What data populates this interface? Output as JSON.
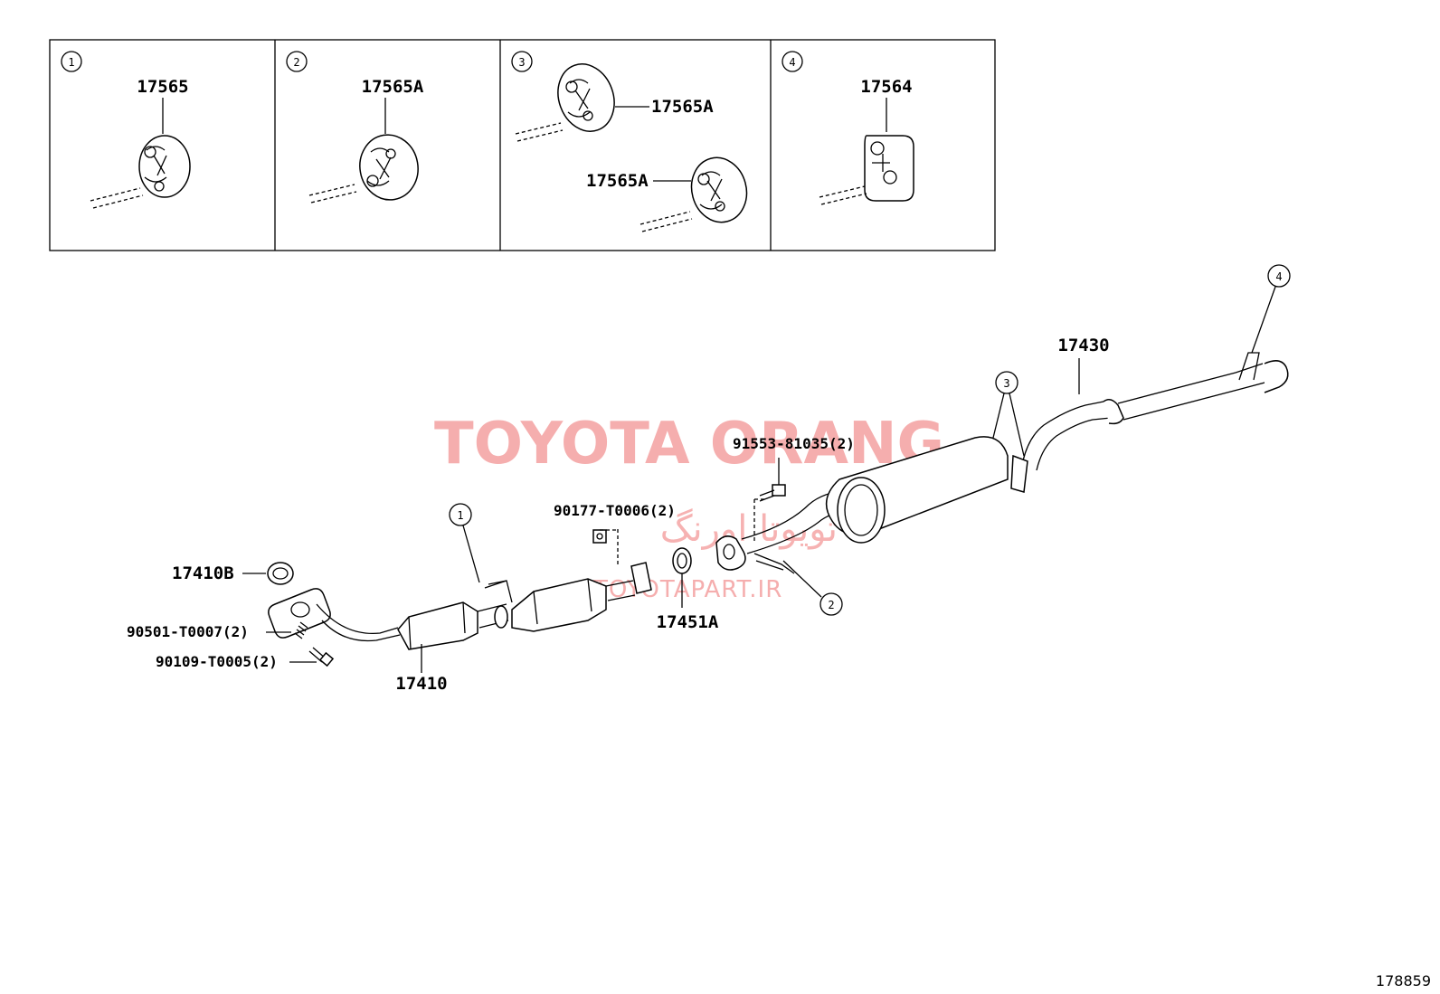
{
  "inset_panels": [
    {
      "index": "1",
      "parts": [
        "17565"
      ]
    },
    {
      "index": "2",
      "parts": [
        "17565A"
      ]
    },
    {
      "index": "3",
      "parts": [
        "17565A",
        "17565A"
      ]
    },
    {
      "index": "4",
      "parts": [
        "17564"
      ]
    }
  ],
  "callouts": {
    "c1": "1",
    "c2": "2",
    "c3": "3",
    "c4": "4"
  },
  "part_labels": {
    "p17430": "17430",
    "p91553": "91553-81035(2)",
    "p90177": "90177-T0006(2)",
    "p17410B": "17410B",
    "p90501": "90501-T0007(2)",
    "p90109": "90109-T0005(2)",
    "p17410": "17410",
    "p17451A": "17451A"
  },
  "watermark": {
    "brand": "TOYOTA ORANG",
    "persian": "تویوتا اورنگ",
    "site": "TOYOTAPART.IR"
  },
  "diagram_number": "178859",
  "colors": {
    "line": "#000000",
    "watermark": "#f4a0a0",
    "background": "#ffffff"
  }
}
